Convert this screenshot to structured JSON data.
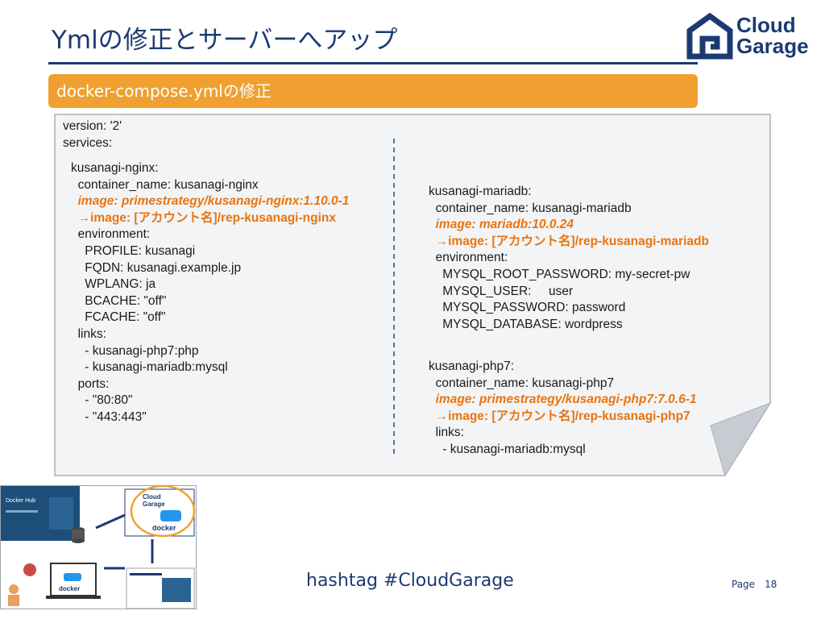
{
  "title": "Ymlの修正とサーバーへアップ",
  "logo": {
    "line1": "Cloud",
    "line2": "Garage"
  },
  "section": "docker-compose.ymlの修正",
  "code": {
    "header": [
      "version: '2'",
      "services:"
    ],
    "nginx": [
      "kusanagi-nginx:",
      "  container_name: kusanagi-nginx",
      "  image: primestrategy/kusanagi-nginx:1.10.0-1",
      "  →image: [アカウント名]/rep-kusanagi-nginx",
      "  environment:",
      "    PROFILE: kusanagi",
      "    FQDN: kusanagi.example.jp",
      "    WPLANG: ja",
      "    BCACHE: \"off\"",
      "    FCACHE: \"off\"",
      "  links:",
      "    - kusanagi-php7:php",
      "    - kusanagi-mariadb:mysql",
      "  ports:",
      "    - \"80:80\"",
      "    - \"443:443\""
    ],
    "mariadb": [
      "kusanagi-mariadb:",
      "  container_name: kusanagi-mariadb",
      "  image: mariadb:10.0.24",
      "  →image: [アカウント名]/rep-kusanagi-mariadb",
      "  environment:",
      "    MYSQL_ROOT_PASSWORD: my-secret-pw",
      "    MYSQL_USER:     user",
      "    MYSQL_PASSWORD: password",
      "    MYSQL_DATABASE: wordpress"
    ],
    "php7": [
      "kusanagi-php7:",
      "  container_name: kusanagi-php7",
      "  image: primestrategy/kusanagi-php7:7.0.6-1",
      "  →image: [アカウント名]/rep-kusanagi-php7",
      "  links:",
      "    - kusanagi-mariadb:mysql"
    ]
  },
  "thumbnail": {
    "hub_label": "Docker Hub",
    "docker_label": "docker",
    "cloud_line1": "Cloud",
    "cloud_line2": "Garage"
  },
  "footer": {
    "hashtag": "hashtag  #CloudGarage",
    "page_label": "Page",
    "page_number": "18"
  },
  "colors": {
    "navy": "#1b3a73",
    "orange": "#f0a030",
    "highlight": "#e87510",
    "panel_bg": "#f3f4f6"
  }
}
